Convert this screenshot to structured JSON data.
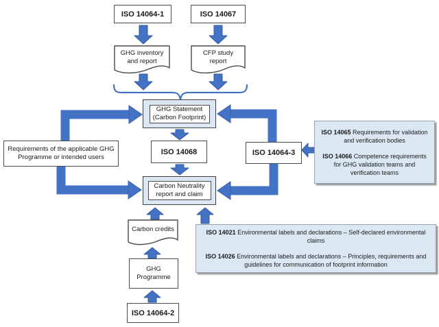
{
  "colors": {
    "accent_blue": "#4472C4",
    "light_blue_fill": "#DBE8F4",
    "info_box_fill": "#DBE8F3",
    "box_border": "#4A4A4A",
    "background": "#FFFFFF"
  },
  "nodes": {
    "iso14064_1": {
      "label": "ISO 14064-1"
    },
    "iso14067": {
      "label": "ISO 14067"
    },
    "ghg_inventory": {
      "line1": "GHG inventory",
      "line2": "and report"
    },
    "cfp_study": {
      "line1": "CFP study",
      "line2": "report"
    },
    "ghg_statement": {
      "line1": "GHG Statement",
      "line2": "(Carbon Footprint)"
    },
    "requirements": {
      "line1": "Requirements of the applicable GHG",
      "line2": "Programme or intended users"
    },
    "iso14068": {
      "label": "ISO 14068"
    },
    "iso14064_3": {
      "label": "ISO 14064-3"
    },
    "carbon_neutrality": {
      "line1": "Carbon Neutrality",
      "line2": "report and claim"
    },
    "carbon_credits": {
      "label": "Carbon credits"
    },
    "ghg_programme": {
      "line1": "GHG",
      "line2": "Programme"
    },
    "iso14064_2": {
      "label": "ISO 14064-2"
    }
  },
  "info_validation": {
    "item1": {
      "code": "ISO 14065",
      "text": "Requirements for validation and verification bodies"
    },
    "item2": {
      "code": "ISO 14066",
      "text": "Competence requirements for GHG validation teams and verification teams"
    }
  },
  "info_labels": {
    "item1": {
      "code": "ISO 14021",
      "text": "Environmental labels and declarations – Self-declared environmental claims"
    },
    "item2": {
      "code": "ISO 14026",
      "text": "Environmental labels and declarations – Principles, requirements and guidelines for communication of footprint information"
    }
  }
}
